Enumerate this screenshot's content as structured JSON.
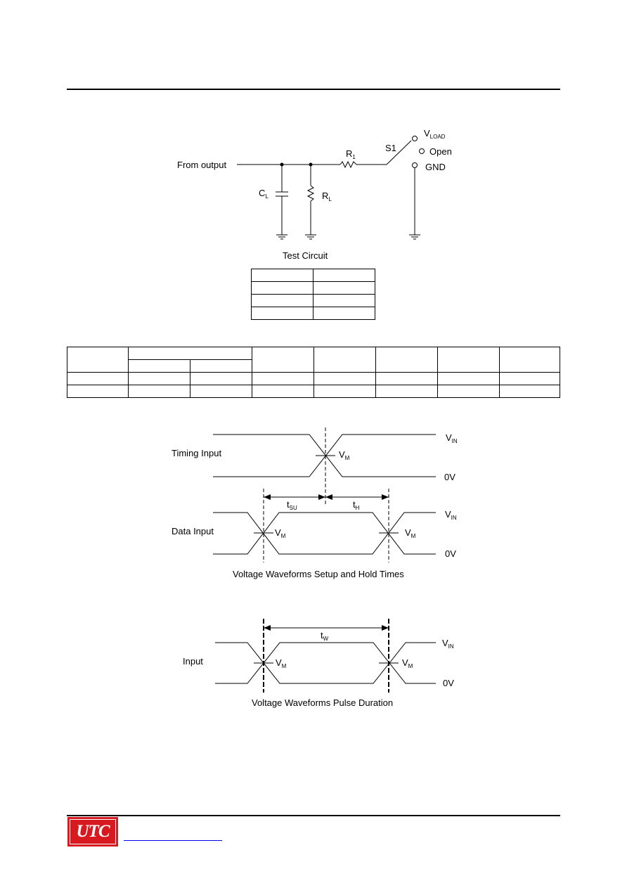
{
  "circuit": {
    "from_output": "From output",
    "r1": "R",
    "r1_sub": "1",
    "cl": "C",
    "cl_sub": "L",
    "rl": "R",
    "rl_sub": "L",
    "s1": "S1",
    "vload": "V",
    "vload_sub": "LOAD",
    "open": "Open",
    "gnd": "GND",
    "caption": "Test Circuit"
  },
  "setup_hold": {
    "timing_input": "Timing Input",
    "data_input": "Data Input",
    "vm": "V",
    "vm_sub": "M",
    "vin": "V",
    "vin_sub": "IN",
    "zero_v": "0V",
    "tsu": "t",
    "tsu_sub": "SU",
    "th": "t",
    "th_sub": "H",
    "caption": "Voltage Waveforms Setup and Hold Times"
  },
  "pulse": {
    "input": "Input",
    "tw": "t",
    "tw_sub": "W",
    "caption": "Voltage Waveforms Pulse Duration"
  },
  "logo": {
    "text": "UTC",
    "bg_color": "#d71920"
  }
}
